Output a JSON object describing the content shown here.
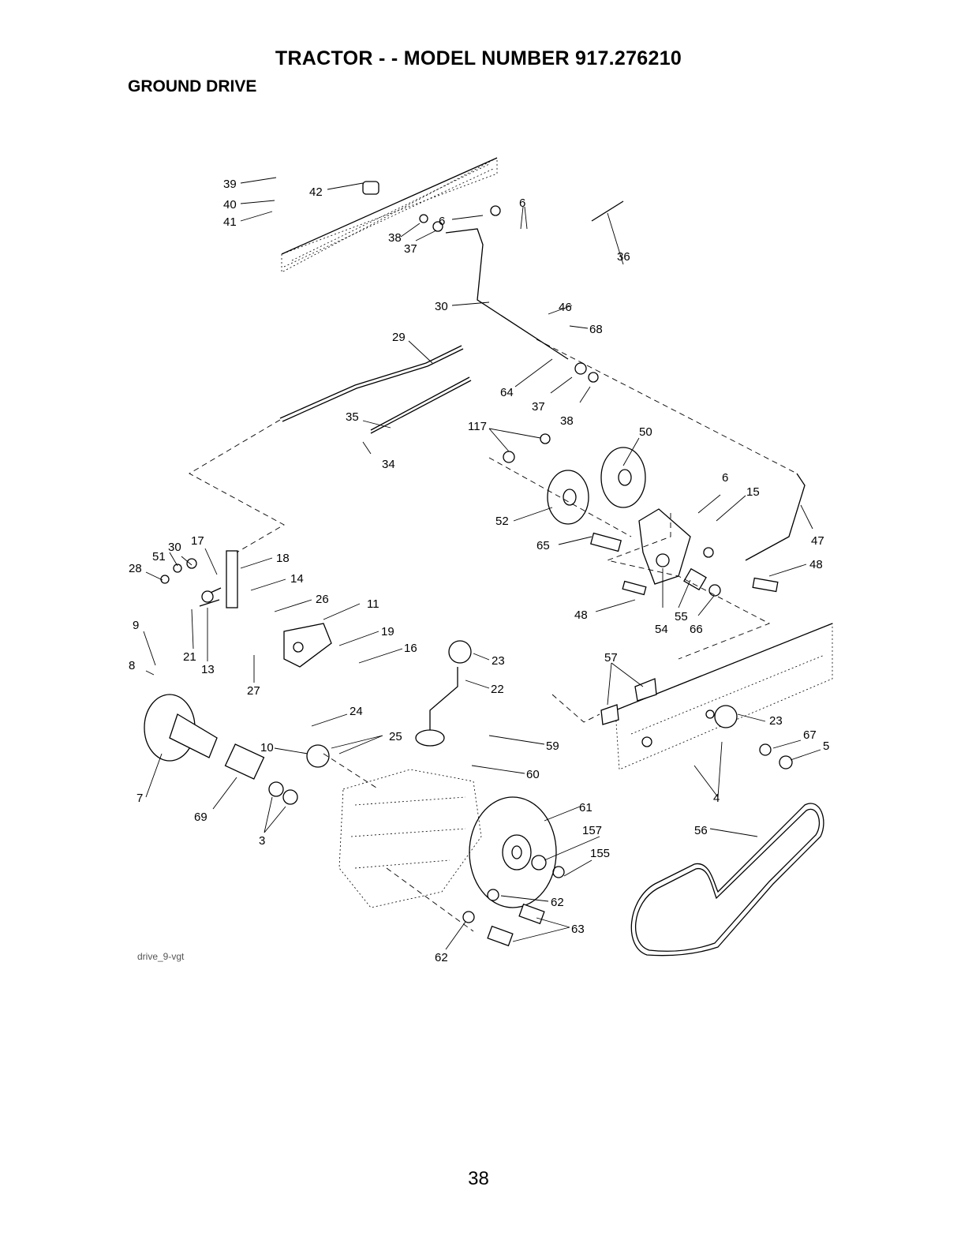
{
  "header": {
    "title": "TRACTOR - - MODEL NUMBER 917.276210",
    "section": "GROUND DRIVE"
  },
  "diagram": {
    "drawing_code": "drive_9-vgt",
    "callouts": [
      "39",
      "40",
      "41",
      "42",
      "38",
      "37",
      "36",
      "6",
      "6",
      "30",
      "46",
      "68",
      "29",
      "64",
      "37",
      "38",
      "35",
      "34",
      "117",
      "50",
      "6",
      "15",
      "52",
      "65",
      "47",
      "48",
      "17",
      "30",
      "51",
      "28",
      "18",
      "14",
      "26",
      "11",
      "9",
      "21",
      "13",
      "19",
      "16",
      "8",
      "27",
      "48",
      "55",
      "54",
      "66",
      "57",
      "23",
      "22",
      "23",
      "24",
      "25",
      "10",
      "59",
      "67",
      "5",
      "60",
      "4",
      "7",
      "69",
      "61",
      "3",
      "157",
      "56",
      "155",
      "62",
      "63",
      "62"
    ]
  },
  "footer": {
    "page_number": "38"
  }
}
